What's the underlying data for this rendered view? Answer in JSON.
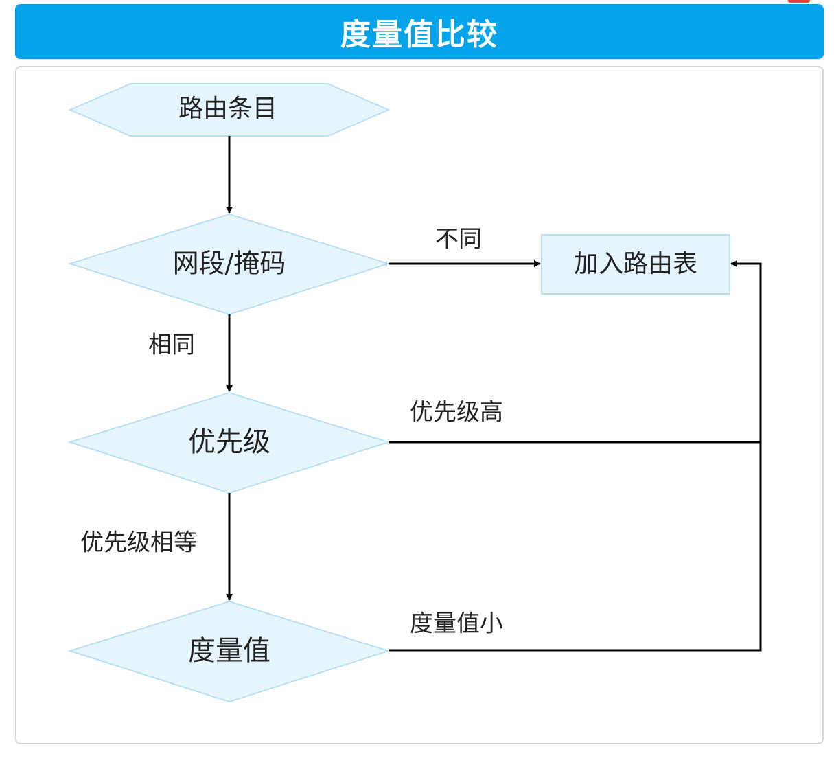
{
  "title": "度量值比较",
  "nodes": {
    "route_entry": "路由条目",
    "subnet_mask": "网段/掩码",
    "priority": "优先级",
    "metric": "度量值",
    "add_route_table": "加入路由表"
  },
  "edges": {
    "different": "不同",
    "same": "相同",
    "priority_high": "优先级高",
    "priority_equal": "优先级相等",
    "metric_small": "度量值小"
  },
  "colors": {
    "title_bar": "#05a3ea",
    "node_fill": "#e6f5fc",
    "node_border": "#b9e0f2",
    "line": "#000000"
  }
}
